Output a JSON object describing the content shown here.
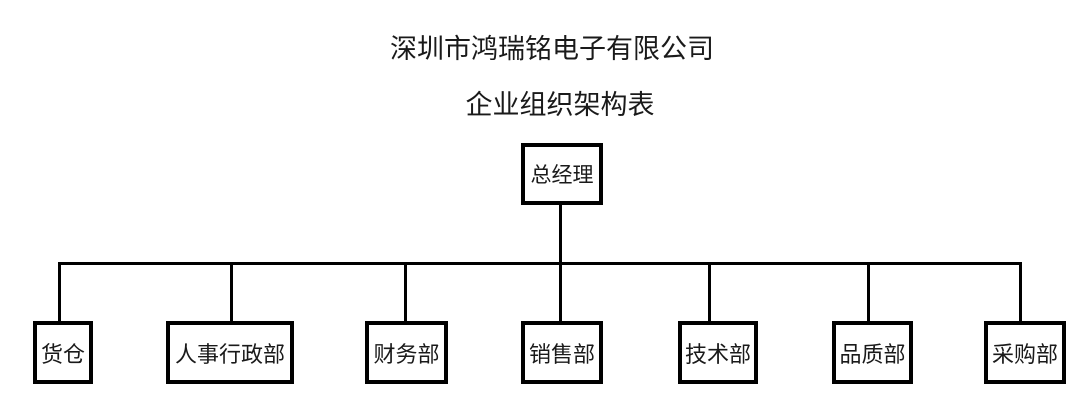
{
  "page": {
    "background_color": "#ffffff",
    "line_color": "#000000",
    "text_color": "#1a1a1a"
  },
  "header": {
    "company_name": "深圳市鸿瑞铭电子有限公司",
    "chart_title": "企业组织架构表"
  },
  "org_chart": {
    "type": "org-tree",
    "root": {
      "label": "总经理"
    },
    "departments": [
      {
        "label": "货仓"
      },
      {
        "label": "人事行政部"
      },
      {
        "label": "财务部"
      },
      {
        "label": "销售部"
      },
      {
        "label": "技术部"
      },
      {
        "label": "品质部"
      },
      {
        "label": "采购部"
      }
    ]
  }
}
